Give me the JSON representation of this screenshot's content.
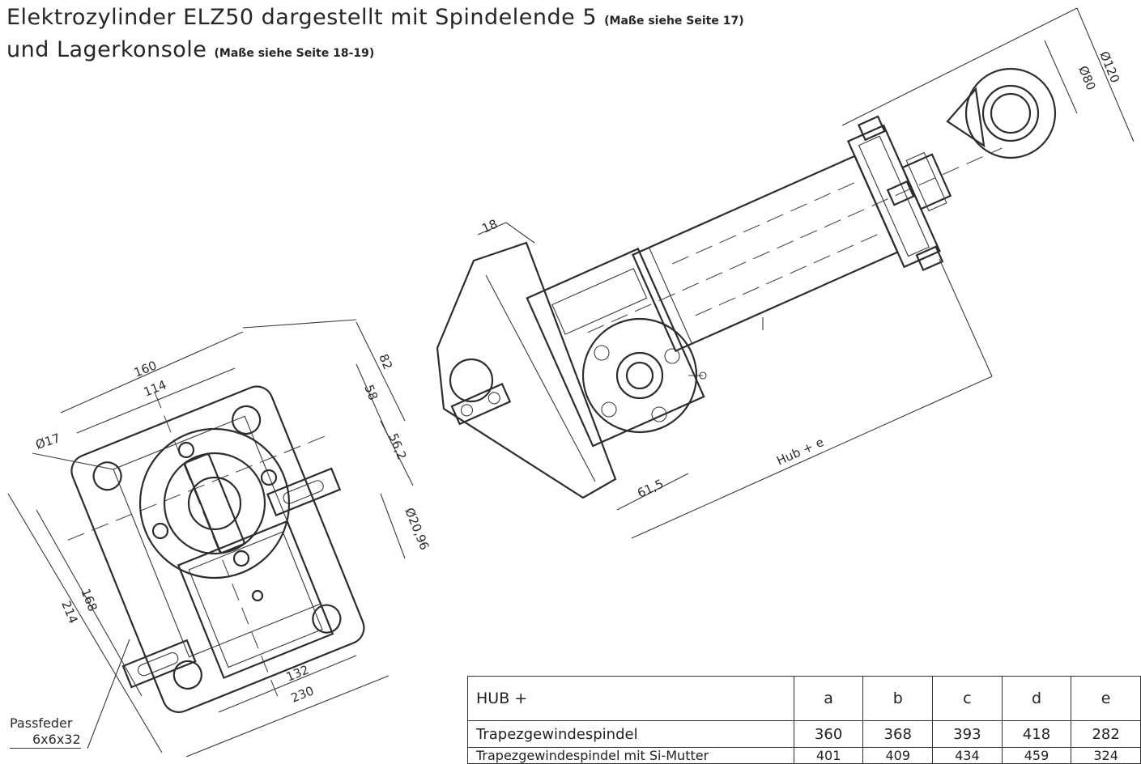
{
  "title": {
    "line1": "Elektrozylinder ELZ50 dargestellt mit Spindelende 5",
    "line1_note": "(Maße siehe Seite 17)",
    "line2": "und Lagerkonsole",
    "line2_note": "(Maße siehe Seite 18-19)"
  },
  "dimensions": {
    "d160": "160",
    "d114": "114",
    "d82": "82",
    "d58": "58",
    "d56_2": "56,2",
    "d17": "Ø17",
    "d20_96": "Ø20,96",
    "d168": "168",
    "d214": "214",
    "d132": "132",
    "d230": "230",
    "d18": "18",
    "d61_5": "61,5",
    "hub_e": "Hub + e",
    "d80": "Ø80",
    "d120": "Ø120"
  },
  "passfeder": {
    "label": "Passfeder",
    "size": "6x6x32"
  },
  "table": {
    "header": [
      "HUB +",
      "a",
      "b",
      "c",
      "d",
      "e"
    ],
    "rows": [
      {
        "label": "Trapezgewindespindel",
        "values": [
          "360",
          "368",
          "393",
          "418",
          "282"
        ]
      },
      {
        "label": "Trapezgewindespindel mit Si-Mutter",
        "values": [
          "401",
          "409",
          "434",
          "459",
          "324"
        ]
      }
    ]
  }
}
